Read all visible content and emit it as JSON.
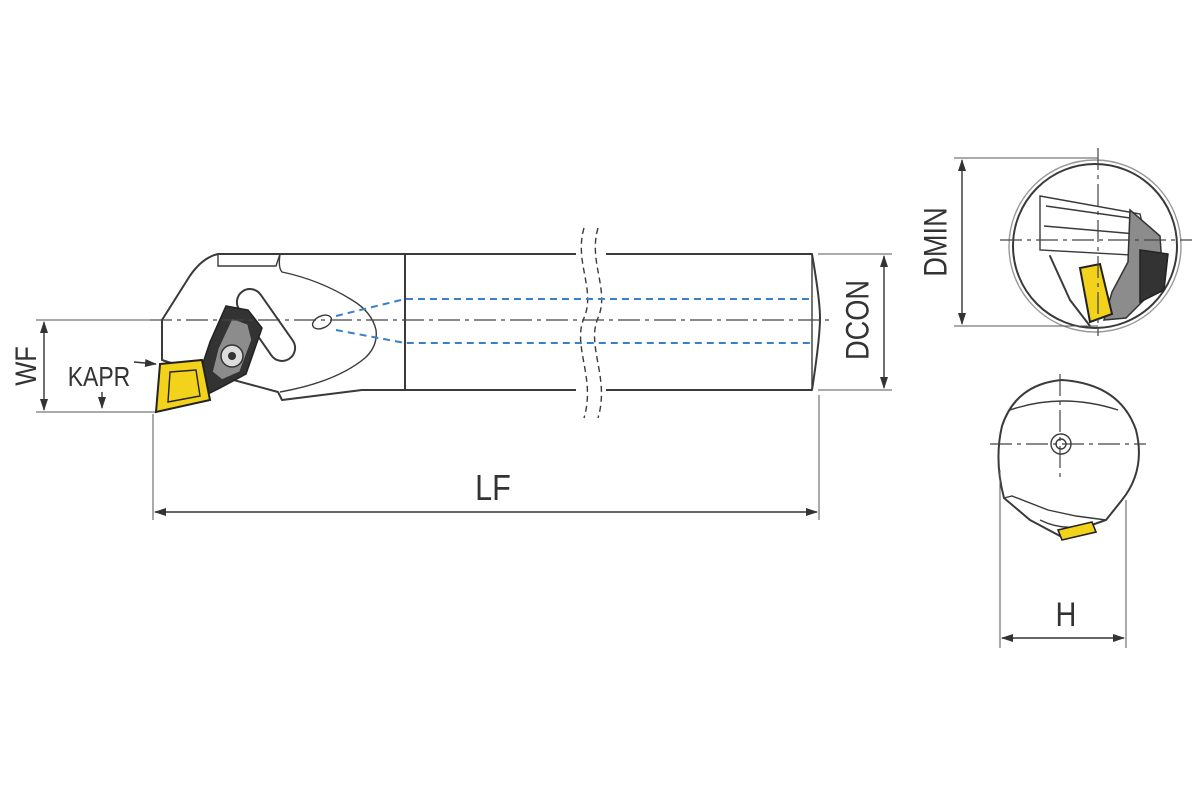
{
  "labels": {
    "wf": "WF",
    "kapr": "KAPR",
    "lf": "LF",
    "dcon": "DCON",
    "dmin": "DMIN",
    "h": "H"
  },
  "colors": {
    "insert": "#f2d21b",
    "coolant": "#3b7fc4",
    "line": "#3a3a3a"
  }
}
